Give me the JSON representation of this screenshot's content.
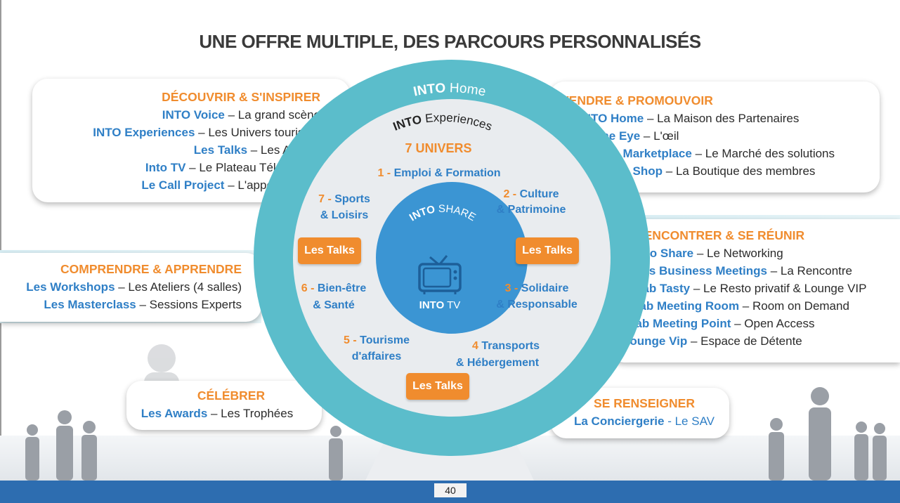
{
  "title": "UNE OFFRE MULTIPLE, DES PARCOURS PERSONNALISÉS",
  "page_number": "40",
  "colors": {
    "orange": "#f08c2e",
    "blue": "#2f7fc6",
    "teal": "#5bbdcb",
    "footer": "#2d6db0"
  },
  "panels": {
    "decouvrir": {
      "heading": "DÉCOUVRIR & S'INSPIRER",
      "lines": [
        {
          "k": "INTO Voice",
          "d": " – La grand scène"
        },
        {
          "k": "INTO Experiences",
          "d": " – Les Univers tourisme"
        },
        {
          "k": "Les Talks",
          "d": " – Les Agoras"
        },
        {
          "k": "Into TV",
          "d": " – Le Plateau Télé en live"
        },
        {
          "k": "Le Call Project",
          "d": " – L'appel à Projet"
        }
      ]
    },
    "comprendre": {
      "heading": "COMPRENDRE & APPRENDRE",
      "lines": [
        {
          "k": "Les Workshops",
          "d": " – Les Ateliers (4 salles)"
        },
        {
          "k": "Les Masterclass",
          "d": " – Sessions Experts"
        }
      ]
    },
    "celebrer": {
      "heading": "CÉLÉBRER",
      "lines": [
        {
          "k": "Les Awards",
          "d": " – Les Trophées"
        }
      ]
    },
    "vendre": {
      "heading": "VENDRE & PROMOUVOIR",
      "lines": [
        {
          "k": "INTO Home",
          "d": " – La Maison des Partenaires"
        },
        {
          "k": "The Eye",
          "d": " – L'œil"
        },
        {
          "k": "Le Marketplace",
          "d": " – Le Marché des solutions"
        },
        {
          "k": "Le Shop",
          "d": " – La Boutique des membres"
        }
      ]
    },
    "rencontrer": {
      "heading": "RENCONTRER & SE RÉUNIR",
      "lines": [
        {
          "k": "Into Share",
          "d": " – Le Networking"
        },
        {
          "k": "Les Business Meetings",
          "d": " – La Rencontre"
        },
        {
          "k": "Lab Tasty",
          "d": " – Le Resto privatif & Lounge VIP"
        },
        {
          "k": "Lab Meeting Room",
          "d": " – Room on Demand"
        },
        {
          "k": "Lab Meeting Point",
          "d": " – Open Access"
        },
        {
          "k": "Lounge Vip",
          "d": " – Espace de Détente"
        }
      ]
    },
    "renseigner": {
      "heading": "SE RENSEIGNER",
      "lines": [
        {
          "k": "La Conciergerie",
          "d": " - Le SAV"
        }
      ]
    }
  },
  "circle": {
    "outer_label_bold": "INTO",
    "outer_label_light": " Home",
    "mid_label_bold": "INTO",
    "mid_label_light": " Experiences",
    "univers_title": "7 UNIVERS",
    "sectors": [
      {
        "num": "1 - ",
        "l1": "Emploi & Formation",
        "l2": ""
      },
      {
        "num": "2 - ",
        "l1": "Culture",
        "l2": "& Patrimoine"
      },
      {
        "num": "3 - ",
        "l1": "Solidaire",
        "l2": "& Responsable"
      },
      {
        "num": "4 ",
        "l1": "Transports",
        "l2": "& Hébergement"
      },
      {
        "num": "5 - ",
        "l1": "Tourisme",
        "l2": "d'affaires"
      },
      {
        "num": "6 - ",
        "l1": "Bien-être",
        "l2": "& Santé"
      },
      {
        "num": "7 - ",
        "l1": "Sports",
        "l2": "& Loisirs"
      }
    ],
    "talks_label": "Les Talks",
    "inner_label_bold": "INTO",
    "inner_label_light": " SHARE",
    "tv_label_bold": "INTO",
    "tv_label_light": " TV"
  }
}
